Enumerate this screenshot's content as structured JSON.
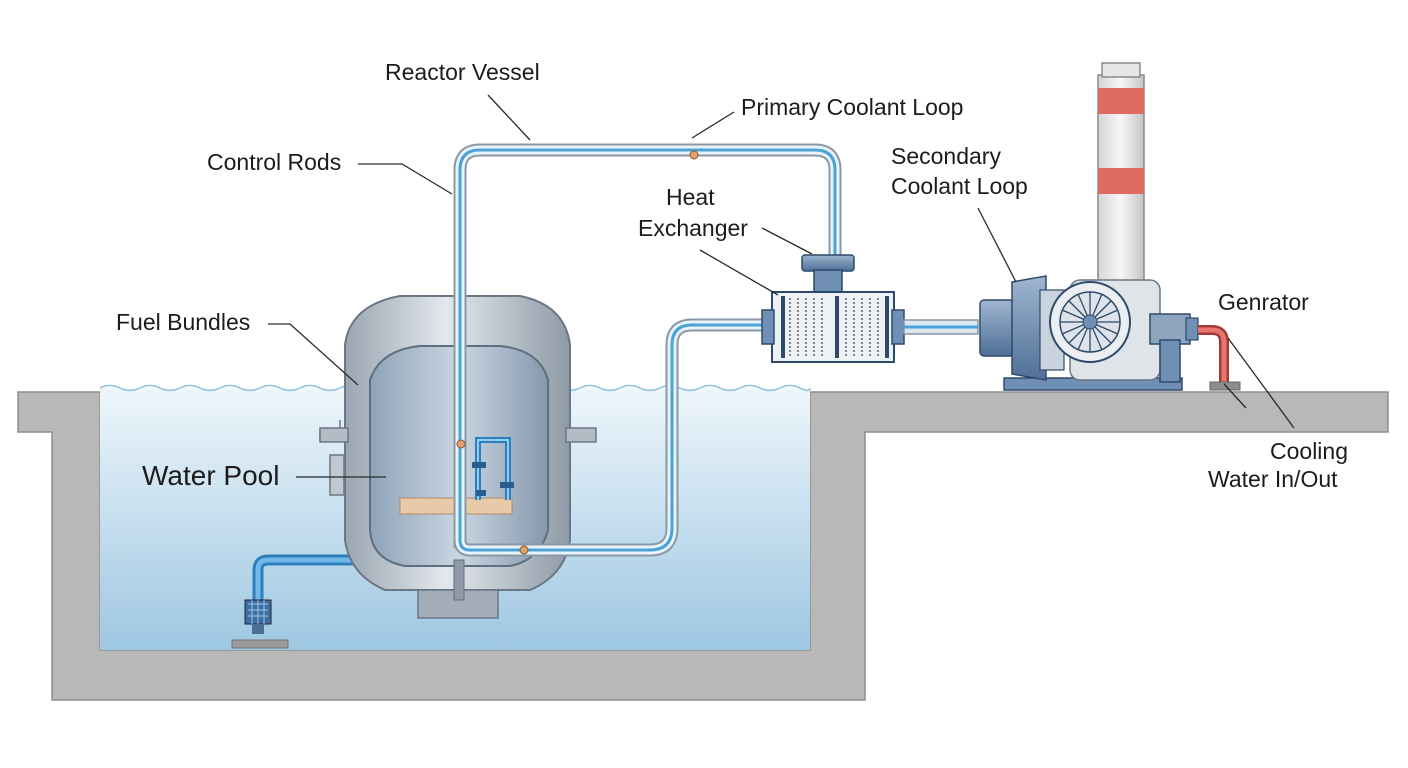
{
  "labels": {
    "reactor_vessel": "Reactor Vessel",
    "primary_coolant_loop": "Primary Coolant Loop",
    "control_rods": "Control Rods",
    "secondary_coolant_loop_line1": "Secondary",
    "secondary_coolant_loop_line2": "Coolant Loop",
    "heat_exchanger_line1": "Heat",
    "heat_exchanger_line2": "Exchanger",
    "fuel_bundles": "Fuel Bundles",
    "water_pool": "Water Pool",
    "generator": "Genrator",
    "cooling_water_line1": "Cooling",
    "cooling_water_line2": "Water In/Out"
  },
  "colors": {
    "water": "#a9cfe6",
    "concrete": "#b9b9b9",
    "vessel": "#c8d0d8",
    "pipe_blue": "#4aa3d8",
    "machine_blue": "#6f8fb5",
    "chimney_red": "#e06b62",
    "hot_pipe": "#d9534f"
  },
  "icons": [
    "reactor-vessel-icon",
    "heat-exchanger-icon",
    "turbine-icon",
    "chimney-icon",
    "pump-icon"
  ]
}
